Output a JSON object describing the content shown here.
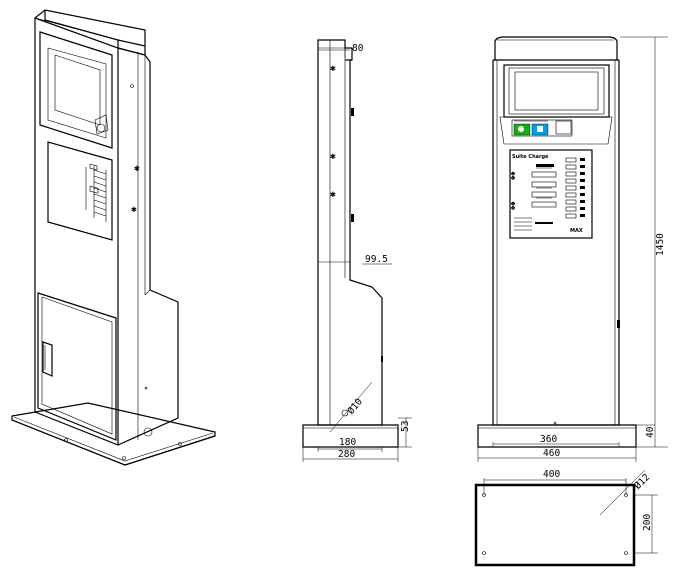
{
  "dimensions": {
    "side_top_width": "80",
    "side_offset": "99.5",
    "hole_diameter": "Ø10",
    "side_base_height": "53",
    "side_inner_width": "180",
    "side_base_width": "280",
    "front_total_height": "1450",
    "front_base_height": "40",
    "front_inner_width": "360",
    "front_base_width": "460",
    "plan_hole_spacing": "400",
    "plan_hole_diameter": "Ø12",
    "plan_depth": "200"
  },
  "panel": {
    "brand_logo": "Suite Charge",
    "text_left_top": "ΦΦ",
    "text_left_bottom": "ΦΦ",
    "logo_right": "MAX"
  },
  "colors": {
    "line": "#000000",
    "wechat_green": "#1aad19",
    "alipay_blue": "#00a0e9"
  }
}
